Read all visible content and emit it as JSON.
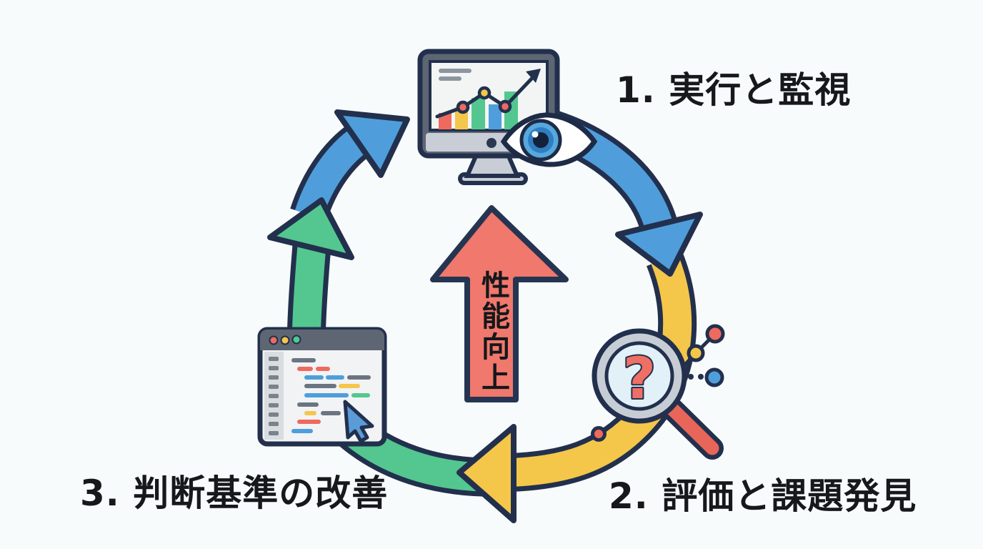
{
  "steps": [
    {
      "number": 1,
      "label": "1. 実行と監視",
      "icon": "monitor-analytics-with-eye-icon",
      "arrow_color": "#4f9edb"
    },
    {
      "number": 2,
      "label": "2. 評価と課題発見",
      "icon": "magnifier-question-icon",
      "arrow_color": "#f4c64a"
    },
    {
      "number": 3,
      "label": "3. 判断基準の改善",
      "icon": "code-editor-cursor-icon",
      "arrow_color": "#53c78f"
    }
  ],
  "center_arrow": {
    "label": "性能向上",
    "direction": "up",
    "color": "#f0786c"
  },
  "magnifier": {
    "question_mark": "?"
  },
  "colors": {
    "background": "#f8fbfc",
    "outline": "#22304d",
    "blue": "#4f9edb",
    "green": "#53c78f",
    "yellow": "#f4c64a",
    "salmon_red": "#f0786c",
    "slate_gray": "#5d6672",
    "silver": "#c9ced6",
    "label_text": "#16181c"
  }
}
